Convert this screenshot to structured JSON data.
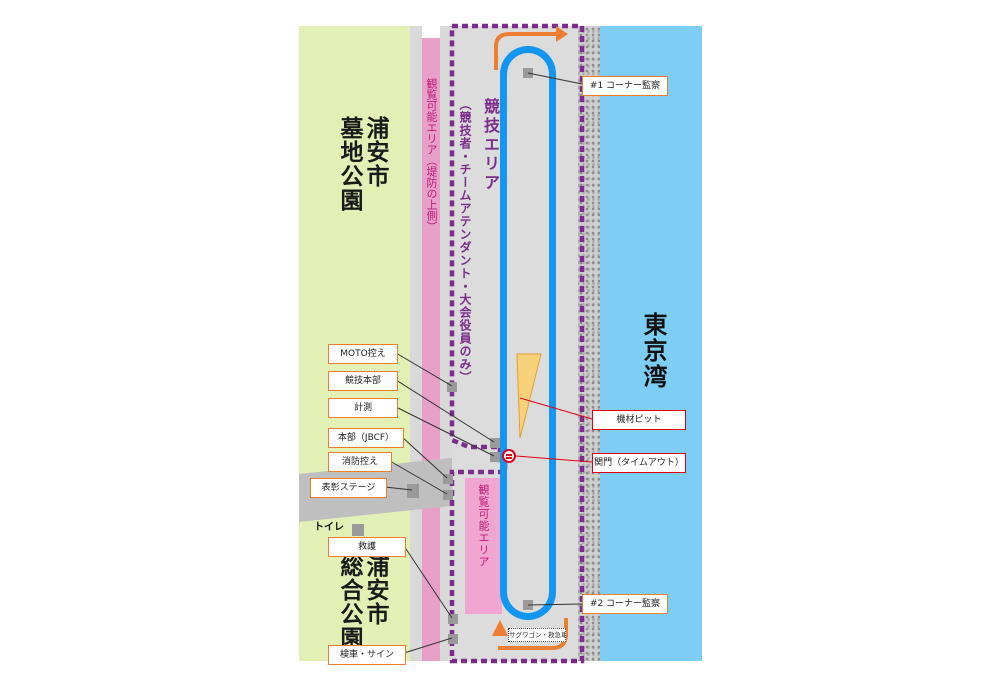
{
  "map": {
    "parks": {
      "cemetery_park": "浦安市\n墓地公園",
      "general_park": "浦安市\n総合公園"
    },
    "bay": "東京湾",
    "areas": {
      "competition_area_title": "競技エリア",
      "competition_area_sub": "（競技者・チームアテンダント・大会役員のみ）",
      "spectator_levee": "観覧可能エリア（堤防の上側）",
      "spectator_lower": "観覧可能エリア"
    },
    "labels": {
      "corner1": "#1 コーナー監察",
      "corner2": "#2 コーナー監察",
      "moto": "MOTO控え",
      "hq_competition": "競技本部",
      "timing": "計測",
      "hq_jbcf": "本部（JBCF）",
      "fire": "消防控え",
      "podium": "表彰ステージ",
      "toilet": "トイレ",
      "rescue": "救護",
      "inspection": "検車・サイン",
      "equipment_pit": "機材ピット",
      "gate": "関門（タイムアウト）",
      "support_wagon": "サグワゴン・救急車"
    },
    "colors": {
      "course": "#1296f0",
      "competition_border": "#7b2c8c",
      "label_border": "#ed7d31",
      "label_border_red": "#e0001b",
      "park": "#e2efb5",
      "water": "#7ecdf5",
      "spectator": "#f0a6d0",
      "pit": "#f7d27a"
    }
  }
}
